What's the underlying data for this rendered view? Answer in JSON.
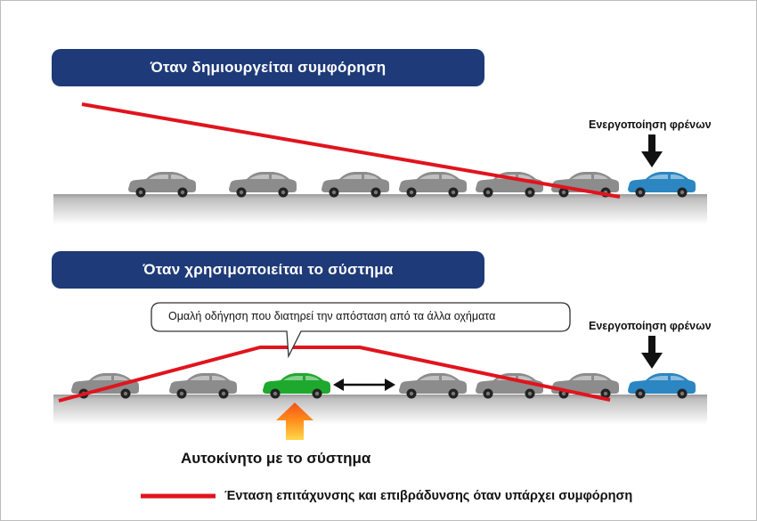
{
  "scenario_congestion": {
    "title": "Όταν δημιουργείται συμφόρηση",
    "brake_label": "Ενεργοποίηση φρένων"
  },
  "scenario_system": {
    "title": "Όταν χρησιμοποιείται το σύστημα",
    "bubble_text": "Ομαλή οδήγηση που διατηρεί την απόσταση από τα άλλα οχήματα",
    "brake_label": "Ενεργοποίηση φρένων",
    "system_car_label": "Αυτοκίνητο με το σύστημα"
  },
  "legend": {
    "label": "Ένταση επιτάχυνσης και επιβράδυνσης όταν υπάρχει συμφόρηση",
    "color": "#e0141e"
  },
  "colors": {
    "banner": "#1e3a78",
    "gray_car": "#8c8c8c",
    "brake_car": "#2b86c2",
    "system_car": "#1fa82e",
    "road": "#c8c8c8"
  }
}
